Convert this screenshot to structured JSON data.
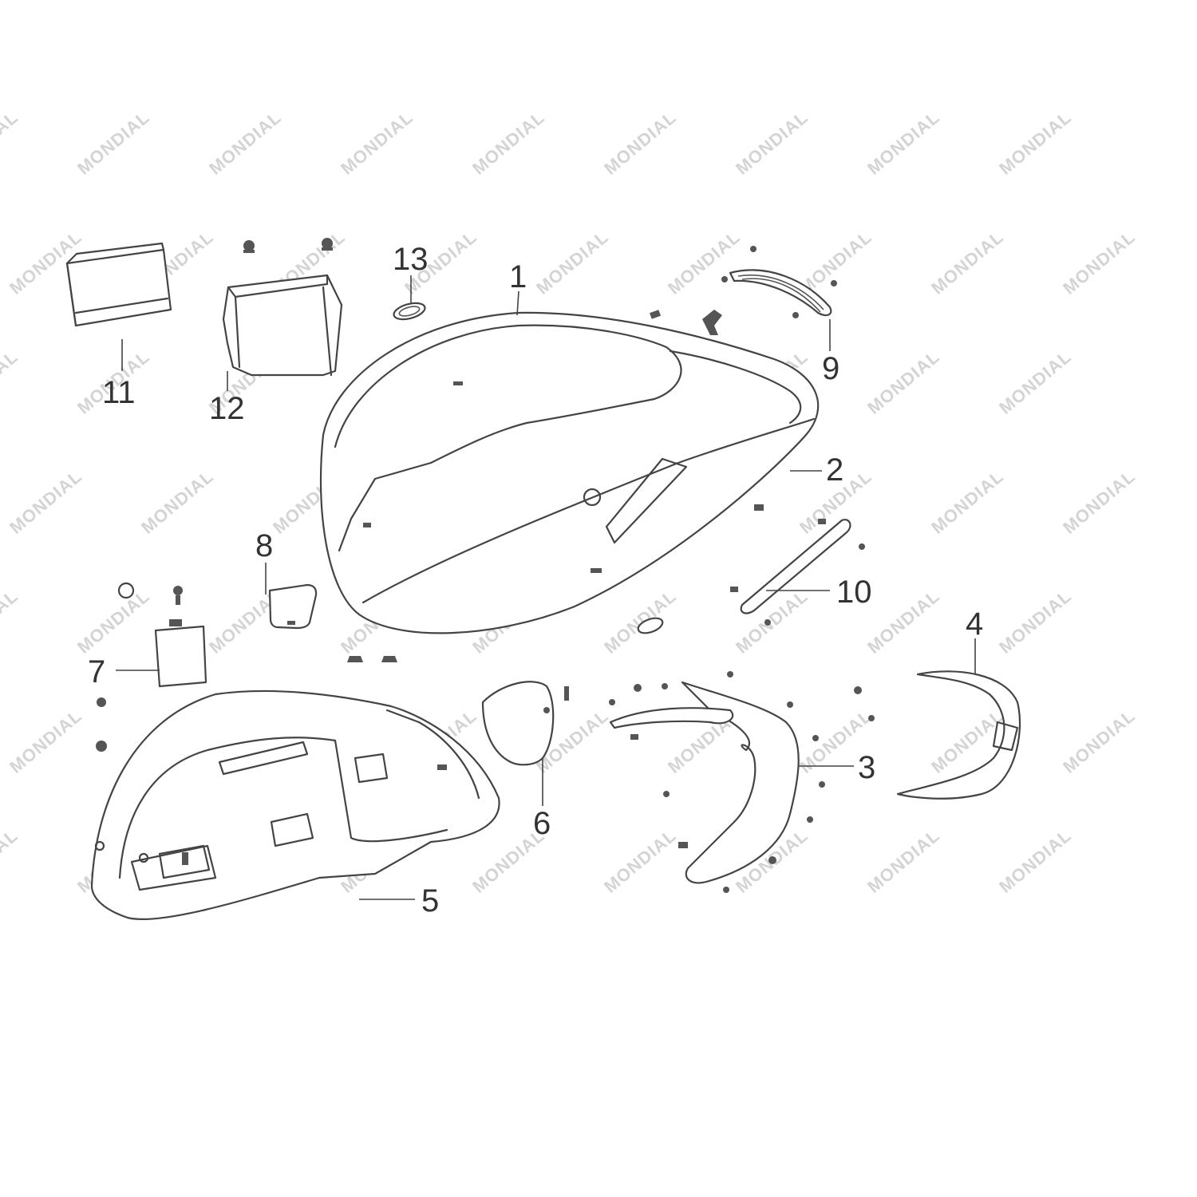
{
  "watermark": "MONDIAL",
  "callouts": [
    {
      "id": "1",
      "label": "1"
    },
    {
      "id": "2",
      "label": "2"
    },
    {
      "id": "3",
      "label": "3"
    },
    {
      "id": "4",
      "label": "4"
    },
    {
      "id": "5",
      "label": "5"
    },
    {
      "id": "6",
      "label": "6"
    },
    {
      "id": "7",
      "label": "7"
    },
    {
      "id": "8",
      "label": "8"
    },
    {
      "id": "9",
      "label": "9"
    },
    {
      "id": "10",
      "label": "10"
    },
    {
      "id": "11",
      "label": "11"
    },
    {
      "id": "12",
      "label": "12"
    },
    {
      "id": "13",
      "label": "13"
    }
  ]
}
